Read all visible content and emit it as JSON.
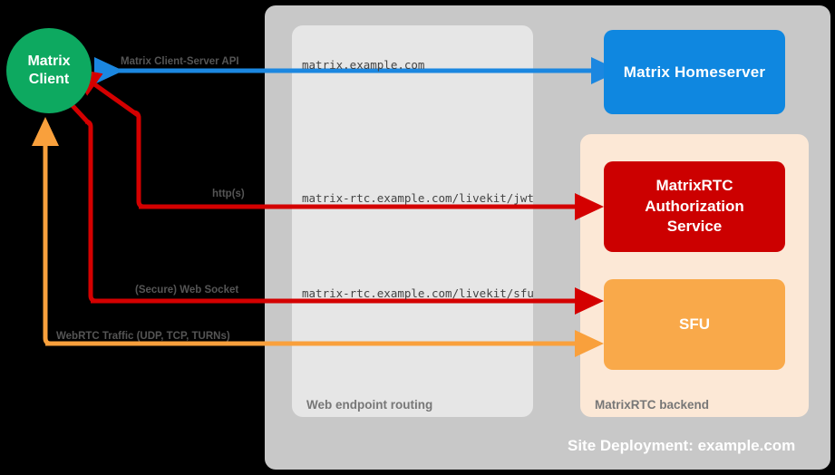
{
  "diagram": {
    "title": "Site Deployment: example.com",
    "background": "#000000",
    "client": {
      "label_line1": "Matrix",
      "label_line2": "Client",
      "color": "#0da960",
      "shape": "circle"
    },
    "panels": {
      "site": {
        "label": "Site Deployment: example.com",
        "color": "#c8c8c8"
      },
      "routing": {
        "label": "Web endpoint routing",
        "color": "#e6e6e6"
      },
      "backend": {
        "label": "MatrixRTC backend",
        "color": "#fce8d6"
      }
    },
    "nodes": [
      {
        "id": "homeserver",
        "label": "Matrix Homeserver",
        "color": "#0f87e0"
      },
      {
        "id": "auth",
        "label_line1": "MatrixRTC",
        "label_line2": "Authorization",
        "label_line3": "Service",
        "color": "#cc0000"
      },
      {
        "id": "sfu",
        "label": "SFU",
        "color": "#f9a94a"
      }
    ],
    "connections": [
      {
        "id": "cs-api",
        "protocol_label": "Matrix Client-Server API",
        "endpoint": "matrix.example.com",
        "color": "#1b87e0",
        "direction": "bidirectional",
        "from": "client",
        "to": "homeserver"
      },
      {
        "id": "jwt",
        "protocol_label": "http(s)",
        "endpoint": "matrix-rtc.example.com/livekit/jwt",
        "color": "#d40000",
        "direction": "bidirectional",
        "from": "client",
        "to": "auth"
      },
      {
        "id": "websocket",
        "protocol_label": "(Secure) Web Socket",
        "endpoint": "matrix-rtc.example.com/livekit/sfu",
        "color": "#d40000",
        "direction": "bidirectional",
        "from": "client",
        "to": "sfu"
      },
      {
        "id": "webrtc",
        "protocol_label": "WebRTC Traffic (UDP, TCP, TURNs)",
        "endpoint": "",
        "color": "#f9a03c",
        "direction": "bidirectional",
        "from": "client",
        "to": "sfu"
      }
    ]
  }
}
